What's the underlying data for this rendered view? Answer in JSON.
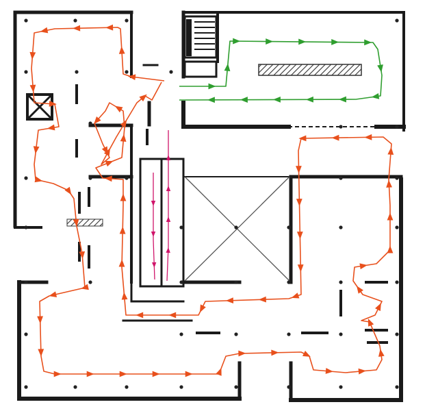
{
  "diagram": {
    "kind": "floor plan with visitor circulation routes",
    "colors": {
      "background": "#ffffff",
      "wall": "#1a1a1a",
      "column": "#222222",
      "hatch": "#333333",
      "route_main": "#e8501c",
      "route_upper": "#2f9e2f",
      "route_ramp": "#d0146a"
    },
    "routes": [
      {
        "id": "main",
        "color_key": "route_main"
      },
      {
        "id": "upper",
        "color_key": "route_upper"
      },
      {
        "id": "ramp",
        "color_key": "route_ramp"
      }
    ],
    "icons": [
      "x-box-icon",
      "stair-icon",
      "triangle-arrow-icon"
    ]
  }
}
